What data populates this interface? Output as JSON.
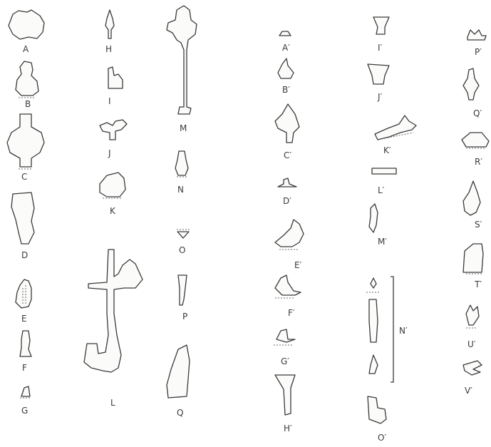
{
  "figures": {
    "left_group": [
      "A",
      "B",
      "C",
      "D",
      "E",
      "F",
      "G",
      "H",
      "I",
      "J",
      "K",
      "L",
      "M",
      "N",
      "O",
      "P",
      "Q"
    ],
    "right_group": [
      "A′",
      "B′",
      "C′",
      "D′",
      "E′",
      "F′",
      "G′",
      "H′",
      "I′",
      "J′",
      "K′",
      "L′",
      "M′",
      "N′",
      "O′",
      "P′",
      "Q′",
      "R′",
      "S′",
      "T′",
      "U′",
      "V′"
    ]
  }
}
